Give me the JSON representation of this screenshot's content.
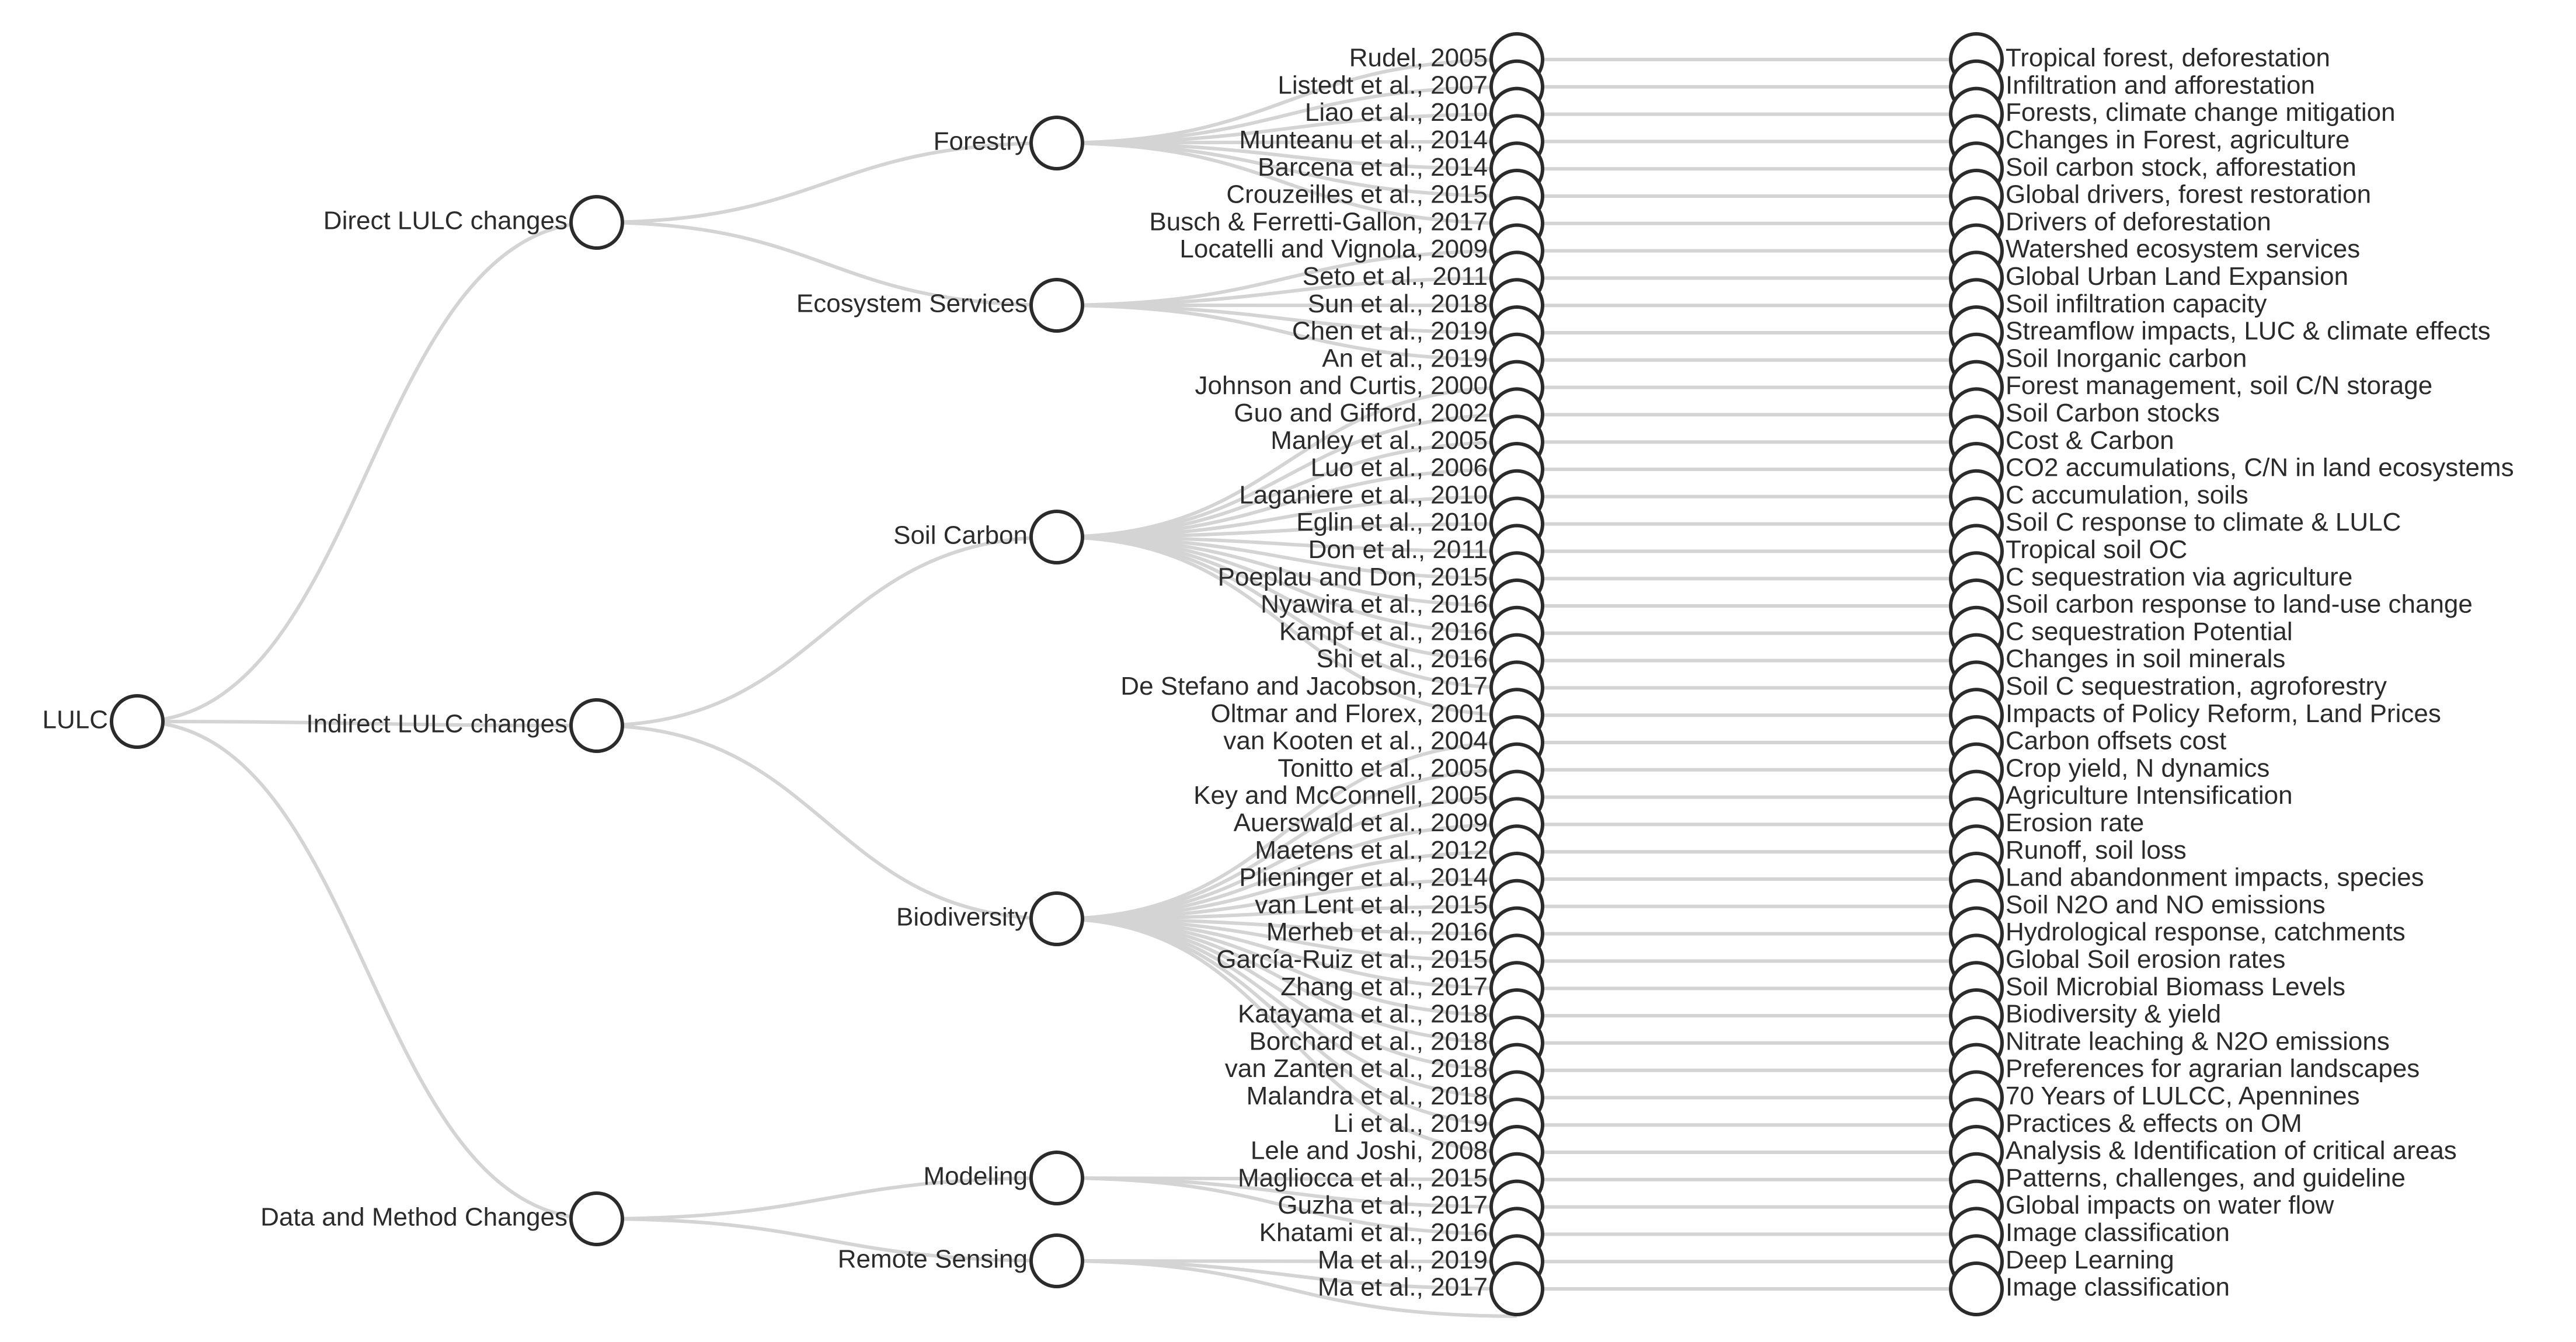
{
  "diagram": {
    "root": {
      "label": "LULC"
    },
    "categories": [
      {
        "label": "Direct LULC changes",
        "subcategories": [
          {
            "label": "Forestry",
            "first": 0,
            "last": 6
          },
          {
            "label": "Ecosystem Services",
            "first": 7,
            "last": 11
          }
        ]
      },
      {
        "label": "Indirect LULC changes",
        "subcategories": [
          {
            "label": "Soil Carbon",
            "first": 12,
            "last": 24
          },
          {
            "label": "Biodiversity",
            "first": 25,
            "last": 40
          }
        ]
      },
      {
        "label": "Data and Method Changes",
        "subcategories": [
          {
            "label": "Modeling",
            "first": 41,
            "last": 43
          },
          {
            "label": "Remote Sensing",
            "first": 44,
            "last": 46
          }
        ]
      }
    ],
    "studies": [
      {
        "ref": "Rudel, 2005",
        "topic": "Tropical forest, deforestation"
      },
      {
        "ref": "Listedt et al., 2007",
        "topic": "Infiltration and afforestation"
      },
      {
        "ref": "Liao et al., 2010",
        "topic": "Forests, climate change mitigation"
      },
      {
        "ref": "Munteanu et al., 2014",
        "topic": "Changes in Forest, agriculture"
      },
      {
        "ref": "Barcena et al., 2014",
        "topic": "Soil carbon stock, afforestation"
      },
      {
        "ref": "Crouzeilles et al., 2015",
        "topic": "Global drivers, forest restoration"
      },
      {
        "ref": "Busch & Ferretti-Gallon, 2017",
        "topic": "Drivers of deforestation"
      },
      {
        "ref": "Locatelli and Vignola, 2009",
        "topic": "Watershed ecosystem services"
      },
      {
        "ref": "Seto et al., 2011",
        "topic": "Global Urban Land Expansion"
      },
      {
        "ref": "Sun et al., 2018",
        "topic": "Soil infiltration capacity"
      },
      {
        "ref": "Chen et al., 2019",
        "topic": "Streamflow impacts, LUC & climate effects"
      },
      {
        "ref": "An et al., 2019",
        "topic": "Soil Inorganic carbon"
      },
      {
        "ref": "Johnson and Curtis, 2000",
        "topic": "Forest management, soil C/N storage"
      },
      {
        "ref": "Guo and Gifford, 2002",
        "topic": "Soil Carbon stocks"
      },
      {
        "ref": "Manley et al., 2005",
        "topic": "Cost & Carbon"
      },
      {
        "ref": "Luo et al., 2006",
        "topic": "CO2 accumulations, C/N in land ecosystems"
      },
      {
        "ref": "Laganiere et al., 2010",
        "topic": "C accumulation, soils"
      },
      {
        "ref": "Eglin et al., 2010",
        "topic": "Soil C response to climate & LULC"
      },
      {
        "ref": "Don et al., 2011",
        "topic": "Tropical soil OC"
      },
      {
        "ref": "Poeplau and Don, 2015",
        "topic": "C sequestration via agriculture"
      },
      {
        "ref": "Nyawira et al., 2016",
        "topic": "Soil carbon response to land-use change"
      },
      {
        "ref": "Kampf et al., 2016",
        "topic": "C sequestration Potential"
      },
      {
        "ref": "Shi et al., 2016",
        "topic": "Changes in soil minerals"
      },
      {
        "ref": "De Stefano and Jacobson, 2017",
        "topic": "Soil C sequestration, agroforestry"
      },
      {
        "ref": "Oltmar and Florex, 2001",
        "topic": "Impacts of Policy Reform, Land Prices"
      },
      {
        "ref": "van Kooten et al., 2004",
        "topic": "Carbon offsets cost"
      },
      {
        "ref": "Tonitto et al., 2005",
        "topic": "Crop yield, N dynamics"
      },
      {
        "ref": "Key and McConnell, 2005",
        "topic": "Agriculture Intensification"
      },
      {
        "ref": "Auerswald et al., 2009",
        "topic": "Erosion rate"
      },
      {
        "ref": "Maetens et al., 2012",
        "topic": "Runoff, soil loss"
      },
      {
        "ref": "Plieninger et al., 2014",
        "topic": "Land abandonment impacts, species"
      },
      {
        "ref": "van Lent et al., 2015",
        "topic": "Soil N2O and NO emissions"
      },
      {
        "ref": "Merheb et al., 2016",
        "topic": "Hydrological response, catchments"
      },
      {
        "ref": "García-Ruiz et al., 2015",
        "topic": "Global Soil erosion rates"
      },
      {
        "ref": "Zhang et al., 2017",
        "topic": "Soil Microbial Biomass Levels"
      },
      {
        "ref": "Katayama et al., 2018",
        "topic": "Biodiversity & yield"
      },
      {
        "ref": "Borchard et al., 2018",
        "topic": "Nitrate leaching & N2O emissions"
      },
      {
        "ref": "van Zanten et al., 2018",
        "topic": "Preferences for agrarian landscapes"
      },
      {
        "ref": "Malandra et al., 2018",
        "topic": "70 Years of LULCC, Apennines"
      },
      {
        "ref": "Li et al., 2019",
        "topic": "Practices & effects on OM"
      },
      {
        "ref": "Lele and Joshi, 2008",
        "topic": "Analysis & Identification of critical areas"
      },
      {
        "ref": "Magliocca et al., 2015",
        "topic": "Patterns, challenges, and guideline"
      },
      {
        "ref": "Guzha et al., 2017",
        "topic": "Global impacts on water flow"
      },
      {
        "ref": "Khatami et al., 2016",
        "topic": "Image classification"
      },
      {
        "ref": "Ma et al., 2019",
        "topic": "Deep Learning"
      },
      {
        "ref": "Ma et al., 2017",
        "topic": "Image classification"
      }
    ]
  }
}
